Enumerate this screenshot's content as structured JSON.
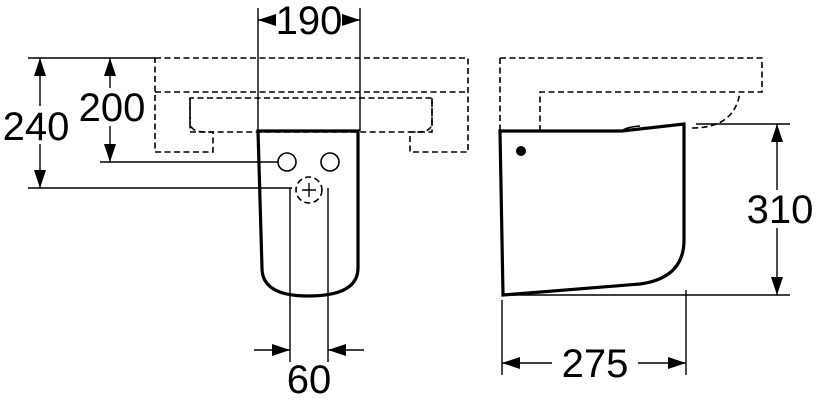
{
  "dimensions": {
    "top_width": "190",
    "total_height": "240",
    "inner_height": "200",
    "spacing_bottom": "60",
    "side_height": "310",
    "side_depth": "275"
  },
  "colors": {
    "line": "#000000",
    "background": "#ffffff"
  }
}
